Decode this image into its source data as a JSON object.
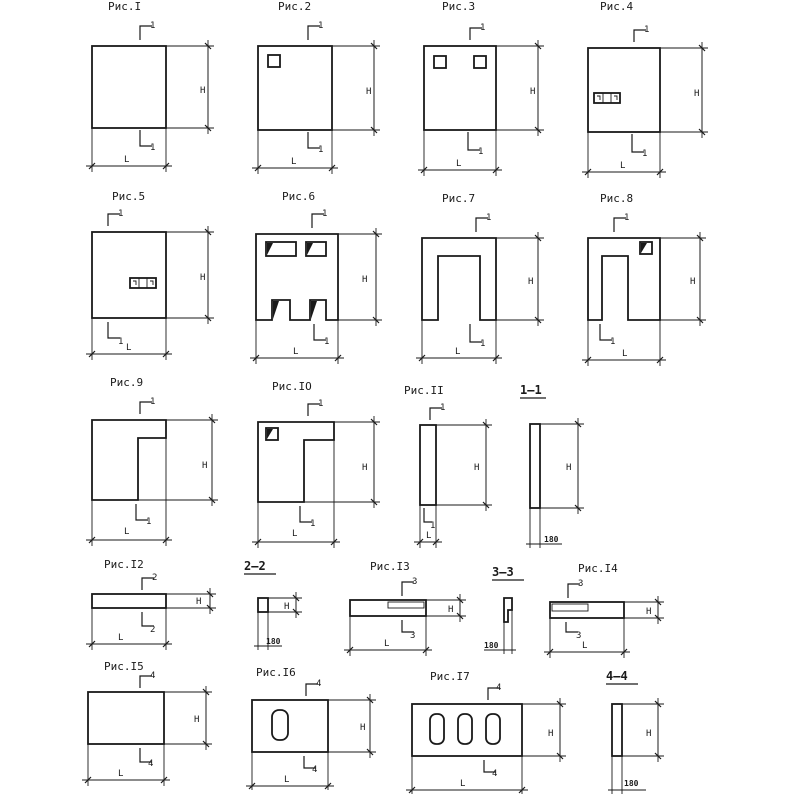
{
  "captions": {
    "fig1": "Рис.I",
    "fig2": "Рис.2",
    "fig3": "Рис.3",
    "fig4": "Рис.4",
    "fig5": "Рис.5",
    "fig6": "Рис.6",
    "fig7": "Рис.7",
    "fig8": "Рис.8",
    "fig9": "Рис.9",
    "fig10": "Рис.IO",
    "fig11": "Рис.II",
    "fig12": "Рис.I2",
    "fig13": "Рис.I3",
    "fig14": "Рис.I4",
    "fig15": "Рис.I5",
    "fig16": "Рис.I6",
    "fig17": "Рис.I7"
  },
  "sections": {
    "s1": "1—1",
    "s2": "2—2",
    "s3": "3—3",
    "s4": "4—4"
  },
  "labels": {
    "height": "H",
    "length": "L",
    "cut1": "1",
    "cut2": "2",
    "cut3": "3",
    "cut4": "4",
    "thickness": "180"
  }
}
